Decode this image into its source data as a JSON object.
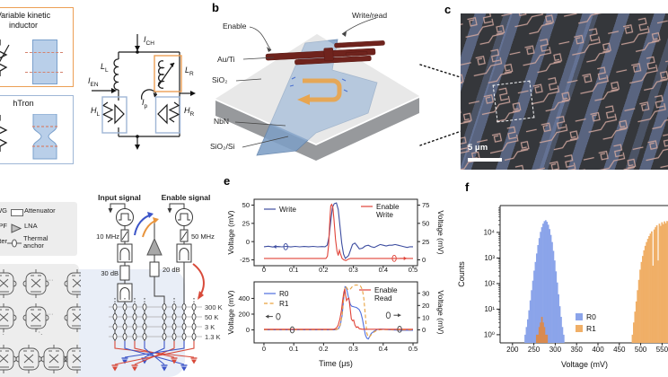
{
  "panel_labels": {
    "b": "b",
    "c": "c",
    "e": "e",
    "f": "f"
  },
  "kinetic_legend": {
    "title_line1": "Variable kinetic",
    "title_line2": "inductor"
  },
  "htron_legend": {
    "title": "hTron"
  },
  "circuit": {
    "i_ch": {
      "main": "I",
      "sub": "CH"
    },
    "i_en": {
      "main": "I",
      "sub": "EN"
    },
    "i_p": {
      "main": "I",
      "sub": "p"
    },
    "l_l": {
      "main": "L",
      "sub": "L"
    },
    "l_r": {
      "main": "L",
      "sub": "R"
    },
    "h_l": {
      "main": "H",
      "sub": "L"
    },
    "h_r": {
      "main": "H",
      "sub": "R"
    }
  },
  "device": {
    "enable": "Enable",
    "write_read": "Write/read",
    "au_ti": "Au/Ti",
    "sio2": "SiO₂",
    "nbn": "NbN",
    "sio2_si": "SiO₂/Si"
  },
  "sem": {
    "scale_bar": "5 μm"
  },
  "setup_legend": {
    "col1": [
      {
        "label": "AWG"
      },
      {
        "label": "BPF"
      },
      {
        "label": "Splitter"
      }
    ],
    "col2": [
      {
        "label": "Attenuator"
      },
      {
        "label": "LNA"
      },
      {
        "label": "Thermal anchor"
      }
    ]
  },
  "array": {
    "dots_h": "···",
    "dots_v": "⋮",
    "dots_d": "⋱"
  },
  "wiring": {
    "input_header": "Input signal",
    "enable_header": "Enable signal",
    "input_filter": "10 MHz",
    "enable_filter": "50 MHz",
    "input_atten": "30 dB",
    "mid_atten": "20 dB",
    "stages": [
      "300 K",
      "50 K",
      "3 K",
      "1.3 K"
    ]
  },
  "chart_data": [
    {
      "id": "e_top",
      "type": "line",
      "xlim": [
        -0.033,
        0.515
      ],
      "xticks": [
        0,
        0.1,
        0.2,
        0.3,
        0.4,
        0.5
      ],
      "left_axis": {
        "label": "Voltage (mV)",
        "ticks": [
          -25,
          0,
          25,
          50
        ],
        "lim": [
          -33,
          58
        ]
      },
      "right_axis": {
        "label": "Voltage (mV)",
        "ticks": [
          0,
          25,
          50,
          75
        ],
        "lim": [
          -8,
          83
        ]
      },
      "series": [
        {
          "name": "Write",
          "legend_lines": [
            "Write"
          ],
          "color": "#3d4da0",
          "axis": "left",
          "style": "solid",
          "points": [
            [
              0,
              -7
            ],
            [
              0.015,
              -6.3
            ],
            [
              0.03,
              -7.4
            ],
            [
              0.045,
              -6.6
            ],
            [
              0.06,
              -7.2
            ],
            [
              0.075,
              -6.5
            ],
            [
              0.09,
              -7.3
            ],
            [
              0.105,
              -6.6
            ],
            [
              0.12,
              -7.2
            ],
            [
              0.135,
              -6.7
            ],
            [
              0.15,
              -7.1
            ],
            [
              0.165,
              -6.5
            ],
            [
              0.18,
              -7.2
            ],
            [
              0.195,
              -6.8
            ],
            [
              0.205,
              -7
            ],
            [
              0.212,
              -5
            ],
            [
              0.218,
              6
            ],
            [
              0.224,
              28
            ],
            [
              0.23,
              47
            ],
            [
              0.236,
              52
            ],
            [
              0.243,
              53
            ],
            [
              0.249,
              44
            ],
            [
              0.255,
              22
            ],
            [
              0.261,
              -2
            ],
            [
              0.267,
              -17
            ],
            [
              0.273,
              -23
            ],
            [
              0.279,
              -21
            ],
            [
              0.284,
              -19
            ],
            [
              0.29,
              -12
            ],
            [
              0.297,
              -4
            ],
            [
              0.305,
              -2
            ],
            [
              0.313,
              -6
            ],
            [
              0.32,
              -10
            ],
            [
              0.33,
              -9
            ],
            [
              0.34,
              -6
            ],
            [
              0.35,
              -5
            ],
            [
              0.36,
              -7
            ],
            [
              0.37,
              -8
            ],
            [
              0.38,
              -6
            ],
            [
              0.39,
              -4
            ],
            [
              0.4,
              -5
            ],
            [
              0.41,
              -6
            ],
            [
              0.42,
              -5
            ],
            [
              0.43,
              -5
            ],
            [
              0.44,
              -4
            ],
            [
              0.45,
              -5
            ],
            [
              0.46,
              -6
            ],
            [
              0.47,
              -7
            ],
            [
              0.48,
              -8
            ],
            [
              0.49,
              -7
            ],
            [
              0.5,
              -7
            ]
          ]
        },
        {
          "name": "Enable Write",
          "legend_lines": [
            "Enable",
            "Write"
          ],
          "color": "#e04338",
          "axis": "right",
          "style": "solid",
          "points": [
            [
              0,
              2
            ],
            [
              0.2,
              2
            ],
            [
              0.208,
              2
            ],
            [
              0.213,
              5
            ],
            [
              0.217,
              20
            ],
            [
              0.221,
              55
            ],
            [
              0.224,
              74
            ],
            [
              0.227,
              76
            ],
            [
              0.231,
              72
            ],
            [
              0.235,
              55
            ],
            [
              0.24,
              28
            ],
            [
              0.245,
              12
            ],
            [
              0.249,
              6
            ],
            [
              0.253,
              13
            ],
            [
              0.257,
              8
            ],
            [
              0.262,
              2
            ],
            [
              0.268,
              0
            ],
            [
              0.275,
              -1
            ],
            [
              0.283,
              1
            ],
            [
              0.29,
              2
            ],
            [
              0.3,
              2
            ],
            [
              0.35,
              2
            ],
            [
              0.4,
              2
            ],
            [
              0.45,
              2
            ],
            [
              0.5,
              2
            ]
          ]
        }
      ],
      "annotations": [
        {
          "axis": "left",
          "x": 0.07,
          "y": -7,
          "dir": "left",
          "color": "#3d4da0"
        },
        {
          "axis": "right",
          "x": 0.44,
          "y": 2,
          "dir": "right",
          "color": "#e04338"
        }
      ]
    },
    {
      "id": "e_bottom",
      "type": "line",
      "xlabel": "Time (μs)",
      "xlim": [
        -0.033,
        0.515
      ],
      "xticks": [
        0,
        0.1,
        0.2,
        0.3,
        0.4,
        0.5
      ],
      "left_axis": {
        "label": "Voltage (mV)",
        "ticks": [
          0,
          200,
          400
        ],
        "lim": [
          -165,
          610
        ]
      },
      "right_axis": {
        "label": "Voltage (mV)",
        "ticks": [
          0,
          10,
          20,
          30
        ],
        "lim": [
          -10.65,
          39.35
        ]
      },
      "series": [
        {
          "name": "R0",
          "legend_lines": [
            "R0"
          ],
          "color": "#4d6ede",
          "axis": "left",
          "style": "solid",
          "points": [
            [
              0,
              0
            ],
            [
              0.05,
              0
            ],
            [
              0.1,
              0
            ],
            [
              0.15,
              0
            ],
            [
              0.2,
              0
            ],
            [
              0.23,
              0
            ],
            [
              0.242,
              2
            ],
            [
              0.25,
              15
            ],
            [
              0.256,
              60
            ],
            [
              0.262,
              180
            ],
            [
              0.268,
              420
            ],
            [
              0.272,
              548
            ],
            [
              0.276,
              540
            ],
            [
              0.28,
              470
            ],
            [
              0.285,
              390
            ],
            [
              0.29,
              320
            ],
            [
              0.295,
              300
            ],
            [
              0.3,
              295
            ],
            [
              0.305,
              290
            ],
            [
              0.31,
              285
            ],
            [
              0.315,
              272
            ],
            [
              0.32,
              255
            ],
            [
              0.325,
              215
            ],
            [
              0.33,
              140
            ],
            [
              0.335,
              40
            ],
            [
              0.34,
              -60
            ],
            [
              0.345,
              -105
            ],
            [
              0.35,
              -115
            ],
            [
              0.355,
              -80
            ],
            [
              0.36,
              -45
            ],
            [
              0.37,
              -15
            ],
            [
              0.38,
              5
            ],
            [
              0.39,
              12
            ],
            [
              0.4,
              8
            ],
            [
              0.42,
              2
            ],
            [
              0.44,
              -2
            ],
            [
              0.46,
              -4
            ],
            [
              0.48,
              -4
            ],
            [
              0.5,
              -4
            ]
          ]
        },
        {
          "name": "R1",
          "legend_lines": [
            "R1"
          ],
          "color": "#e9a23f",
          "axis": "left",
          "style": "dashed",
          "points": [
            [
              0,
              2
            ],
            [
              0.05,
              2
            ],
            [
              0.1,
              2
            ],
            [
              0.15,
              2
            ],
            [
              0.2,
              2
            ],
            [
              0.23,
              2
            ],
            [
              0.242,
              4
            ],
            [
              0.25,
              18
            ],
            [
              0.256,
              65
            ],
            [
              0.262,
              190
            ],
            [
              0.268,
              430
            ],
            [
              0.272,
              552
            ],
            [
              0.276,
              545
            ],
            [
              0.281,
              515
            ],
            [
              0.286,
              505
            ],
            [
              0.291,
              525
            ],
            [
              0.297,
              552
            ],
            [
              0.303,
              565
            ],
            [
              0.31,
              570
            ],
            [
              0.317,
              568
            ],
            [
              0.324,
              555
            ],
            [
              0.33,
              510
            ],
            [
              0.335,
              400
            ],
            [
              0.34,
              190
            ],
            [
              0.345,
              -40
            ],
            [
              0.35,
              -90
            ],
            [
              0.355,
              -85
            ],
            [
              0.36,
              -60
            ],
            [
              0.37,
              -25
            ],
            [
              0.38,
              -5
            ],
            [
              0.39,
              3
            ],
            [
              0.41,
              5
            ],
            [
              0.43,
              2
            ],
            [
              0.45,
              0
            ],
            [
              0.5,
              0
            ]
          ]
        },
        {
          "name": "Enable Read",
          "legend_lines": [
            "Enable",
            "Read"
          ],
          "color": "#e04338",
          "axis": "right",
          "style": "solid",
          "points": [
            [
              0,
              0.5
            ],
            [
              0.1,
              0.5
            ],
            [
              0.2,
              0.5
            ],
            [
              0.235,
              0.5
            ],
            [
              0.243,
              1.5
            ],
            [
              0.249,
              4
            ],
            [
              0.255,
              9
            ],
            [
              0.26,
              16
            ],
            [
              0.264,
              24
            ],
            [
              0.268,
              31
            ],
            [
              0.271,
              33.5
            ],
            [
              0.274,
              28
            ],
            [
              0.277,
              24
            ],
            [
              0.281,
              25.5
            ],
            [
              0.285,
              26
            ],
            [
              0.289,
              18
            ],
            [
              0.293,
              9
            ],
            [
              0.297,
              7.5
            ],
            [
              0.301,
              8
            ],
            [
              0.305,
              4
            ],
            [
              0.31,
              2
            ],
            [
              0.315,
              2.5
            ],
            [
              0.32,
              1
            ],
            [
              0.33,
              0.5
            ],
            [
              0.35,
              0.5
            ],
            [
              0.4,
              0.5
            ],
            [
              0.45,
              0.5
            ],
            [
              0.5,
              0.5
            ]
          ]
        }
      ],
      "annotations": [
        {
          "axis": "left",
          "x": 0.045,
          "y": 170,
          "dir": "left",
          "color": "#444444"
        },
        {
          "axis": "left",
          "x": 0.095,
          "y": 0,
          "dir": "ellipse",
          "color": "#444444"
        },
        {
          "axis": "right",
          "x": 0.42,
          "y": 12,
          "dir": "right",
          "color": "#444444"
        },
        {
          "axis": "right",
          "x": 0.455,
          "y": 0.5,
          "dir": "ellipse",
          "color": "#444444"
        }
      ]
    },
    {
      "id": "f",
      "type": "histogram",
      "xlabel": "Voltage (mV)",
      "ylabel": "Counts",
      "xlim": [
        171,
        566
      ],
      "xticks": [
        200,
        250,
        300,
        350,
        400,
        450,
        500,
        550
      ],
      "ylog": {
        "min_exp": -0.32,
        "max_exp": 5.05,
        "tick_exps": [
          0,
          1,
          2,
          3,
          4
        ],
        "tick_labels": [
          "10⁰",
          "10¹",
          "10²",
          "10³",
          "10⁴"
        ]
      },
      "bin_width": 3,
      "series": [
        {
          "name": "R0",
          "color": "#8ba4ea",
          "start": 228,
          "counts": [
            1,
            2,
            4,
            9,
            22,
            55,
            130,
            320,
            700,
            1500,
            3200,
            6000,
            10500,
            16000,
            22000,
            27500,
            30000,
            26000,
            20000,
            13500,
            8000,
            4200,
            1900,
            800,
            300,
            110,
            38,
            13,
            5,
            2,
            1
          ]
        },
        {
          "name": "R1",
          "color": "#d98a4f",
          "start": 255,
          "counts": [
            1,
            1,
            2,
            3,
            5,
            3,
            2,
            1,
            1
          ]
        },
        {
          "name": "R1",
          "color": "#f0af67",
          "start": 479,
          "counts": [
            1,
            3,
            8,
            20,
            55,
            140,
            350,
            700,
            1200,
            2000,
            3000,
            4200,
            5600,
            7200,
            9000,
            11000,
            500,
            13000,
            16000,
            19000,
            800,
            22000,
            18000,
            25000,
            21000,
            27000,
            23000,
            28000,
            26000
          ]
        }
      ],
      "legend": [
        {
          "label": "R0",
          "color": "#8ba4ea"
        },
        {
          "label": "R1",
          "color": "#f0af67"
        }
      ]
    }
  ]
}
